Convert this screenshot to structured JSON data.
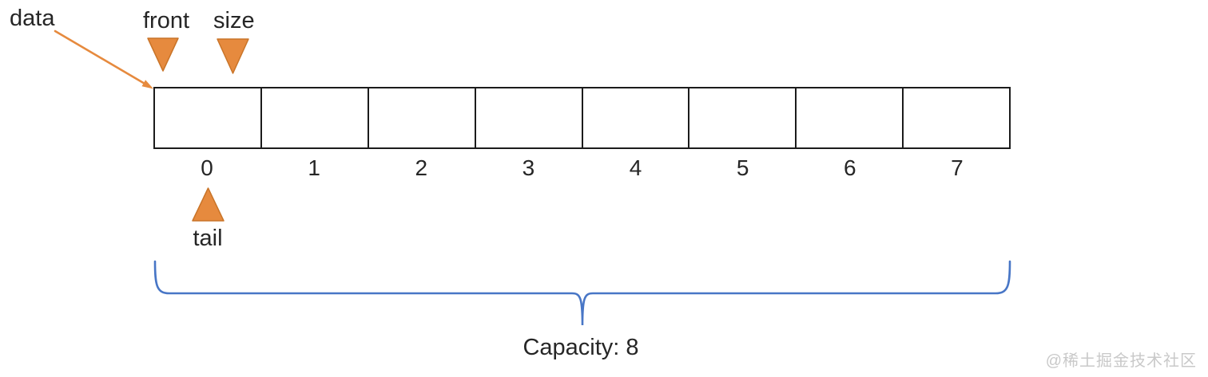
{
  "labels": {
    "data": "data",
    "front": "front",
    "size": "size",
    "tail": "tail",
    "capacity": "Capacity: 8"
  },
  "array": {
    "cell_count": 8,
    "indices": [
      "0",
      "1",
      "2",
      "3",
      "4",
      "5",
      "6",
      "7"
    ],
    "cell_values": [
      "",
      "",
      "",
      "",
      "",
      "",
      "",
      ""
    ]
  },
  "watermark": "@稀土掘金技术社区",
  "colors": {
    "pointer_orange_fill": "#E68A3E",
    "pointer_orange_stroke": "#C97428",
    "brace_blue": "#4876C6",
    "box_border": "#1C1C1C",
    "text": "#262626",
    "watermark_gray": "#C9C9C9"
  }
}
